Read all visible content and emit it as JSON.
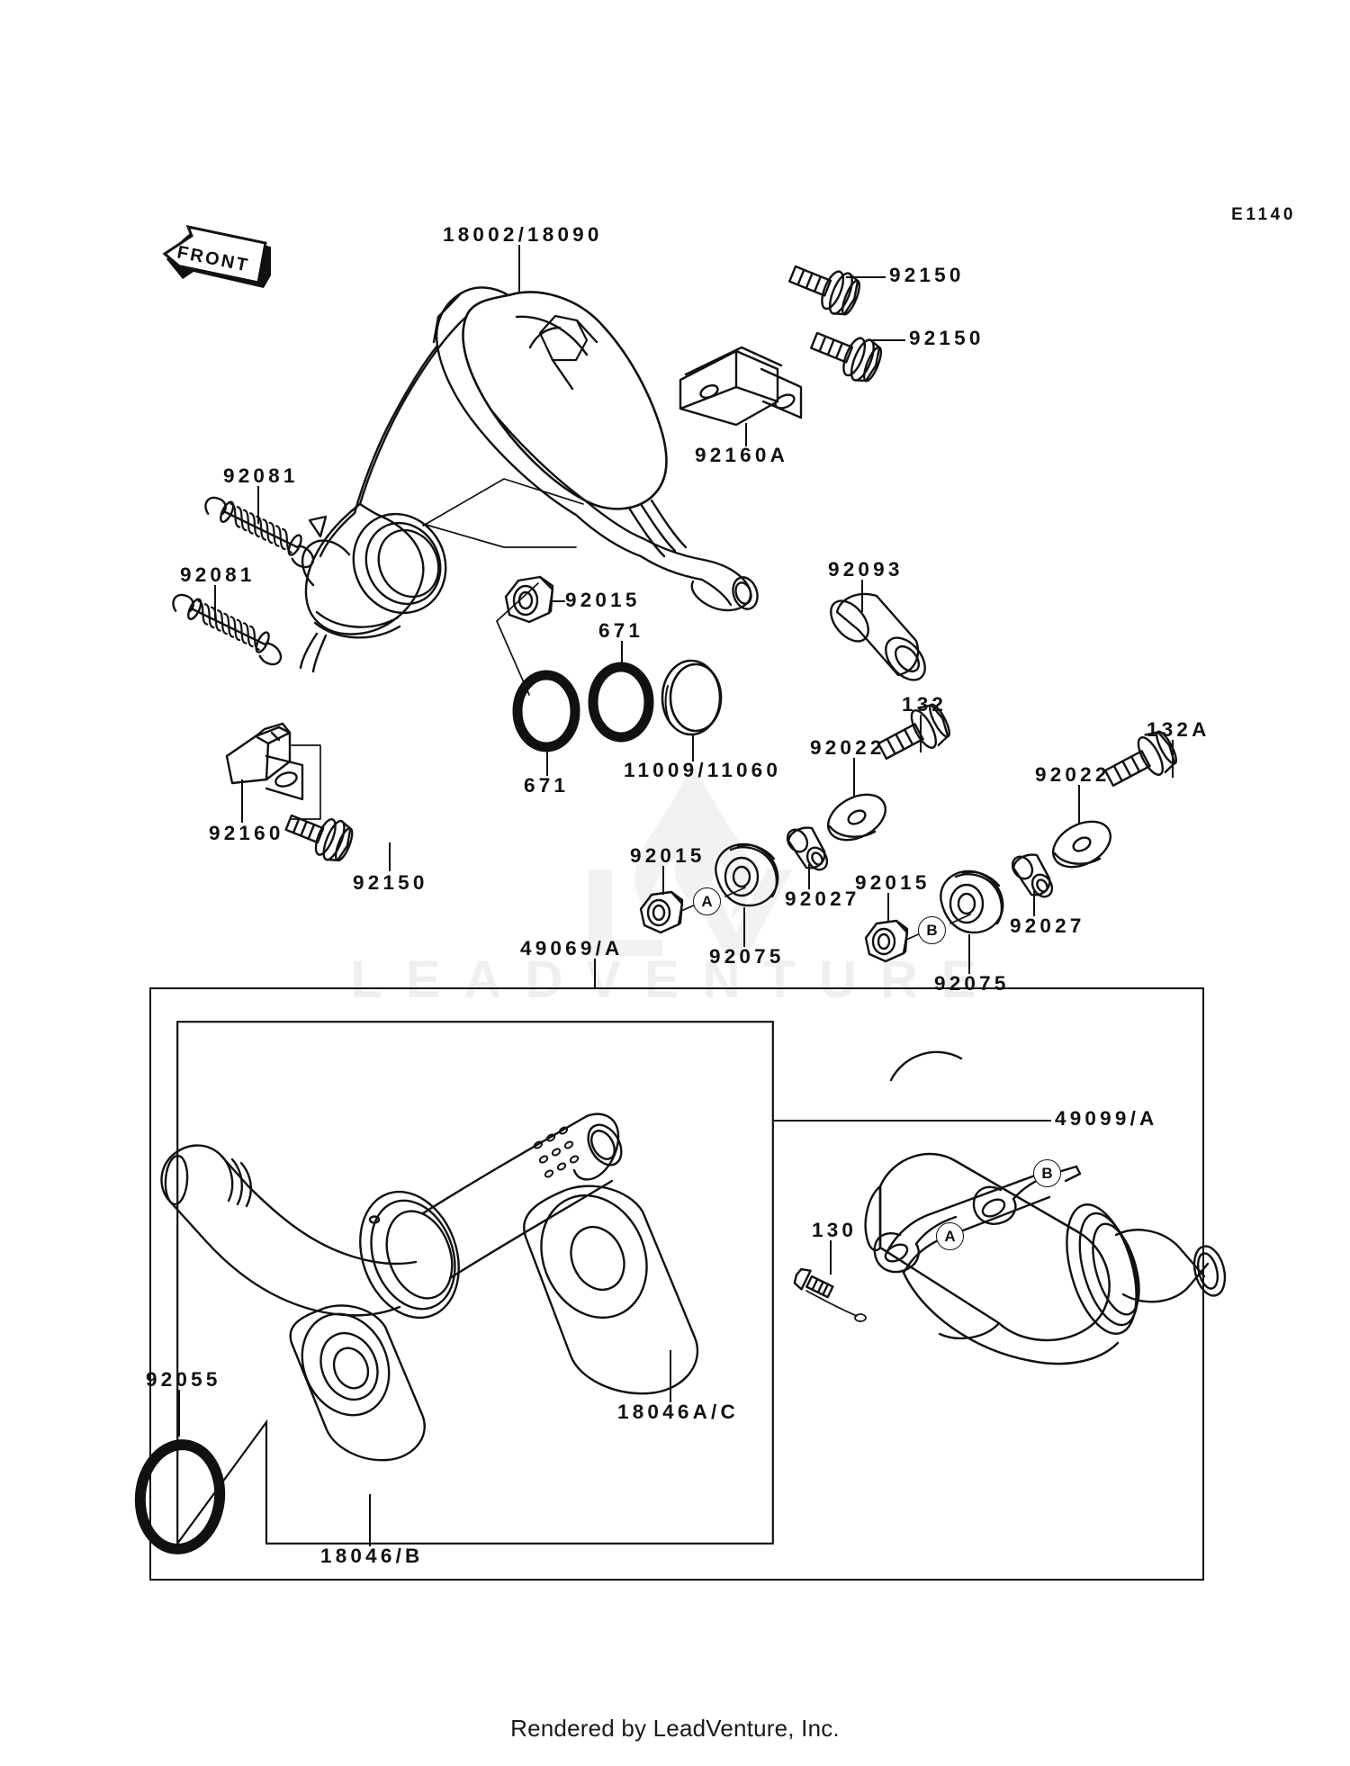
{
  "diagram": {
    "code": "E1140",
    "front_arrow_label": "FRONT",
    "watermark_text": "LEADVENTURE",
    "footer": "Rendered by LeadVenture, Inc."
  },
  "labels": {
    "muffler_body": "18002/18090",
    "bolt_upper_1": "92150",
    "bolt_upper_2": "92150",
    "bracket_upper": "92160A",
    "spring_1": "92081",
    "spring_2": "92081",
    "nut_pipe": "92015",
    "oring_left": "671",
    "oring_mid": "671",
    "gasket": "11009/11060",
    "damper_tube": "92093",
    "bracket_lower": "92160",
    "bolt_lower": "92150",
    "bolt_a": "132",
    "bolt_b": "132A",
    "washer_a": "92022",
    "washer_b": "92022",
    "collar_a": "92027",
    "collar_b": "92027",
    "grommet_a": "92075",
    "grommet_b": "92075",
    "nut_a": "92015",
    "nut_b": "92015",
    "ref_a": "A",
    "ref_b": "B",
    "silencer_group": "49069/A",
    "silencer_assy": "49099/A",
    "screw_130": "130",
    "oring_92055": "92055",
    "baffle_b": "18046/B",
    "baffle_ac": "18046A/C",
    "ref_a2": "A",
    "ref_b2": "B"
  }
}
